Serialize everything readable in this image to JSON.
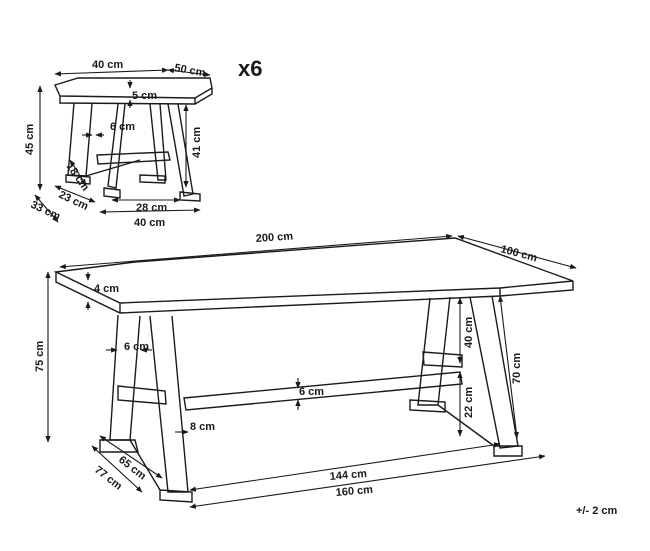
{
  "quantity_label": "x6",
  "tolerance": "+/- 2 cm",
  "bench": {
    "width": "40 cm",
    "depth": "50 cm",
    "top_thickness": "5 cm",
    "leg_thickness": "6 cm",
    "height": "45 cm",
    "leg_height": "41 cm",
    "stretcher_height": "18 cm",
    "base_depth_inner": "23 cm",
    "base_depth_outer": "33 cm",
    "base_width_inner": "28 cm",
    "base_width_outer": "40 cm"
  },
  "table": {
    "length": "200 cm",
    "width": "100 cm",
    "top_thickness": "4 cm",
    "height": "75 cm",
    "leg_thickness": "6 cm",
    "stretcher_thickness": "6 cm",
    "leg_to_stretcher": "40 cm",
    "leg_height": "70 cm",
    "stretcher_height": "22 cm",
    "foot_thickness": "8 cm",
    "base_depth_inner": "65 cm",
    "base_depth_outer": "77 cm",
    "base_length_inner": "144 cm",
    "base_length_outer": "160 cm"
  }
}
